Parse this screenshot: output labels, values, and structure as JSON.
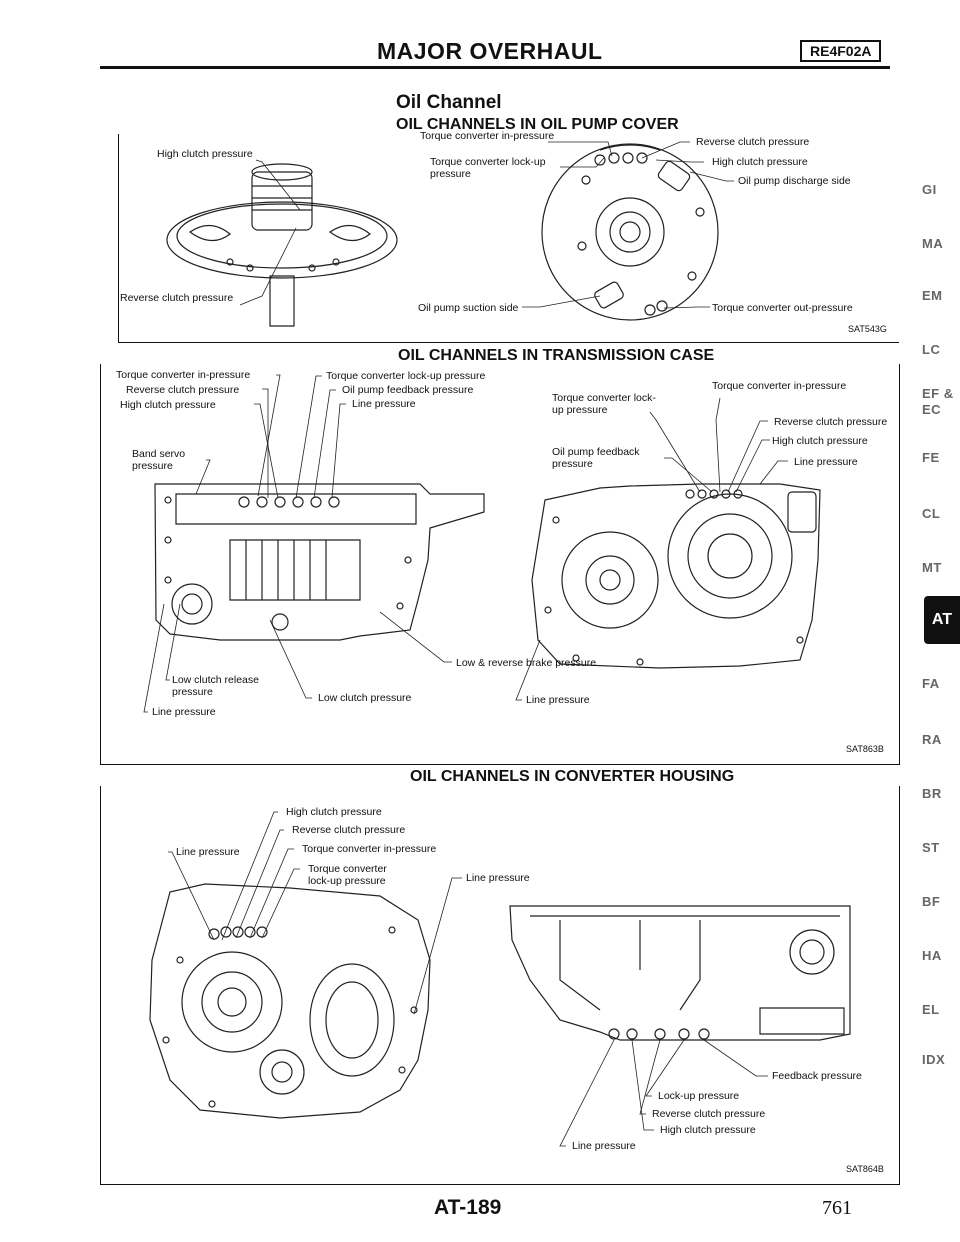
{
  "header": {
    "title": "MAJOR OVERHAUL",
    "model_code": "RE4F02A"
  },
  "section_title": "Oil Channel",
  "oil_pump_cover": {
    "heading": "OIL CHANNELS IN OIL PUMP COVER",
    "code": "SAT543G",
    "labels": {
      "high_clutch": "High clutch pressure",
      "reverse_clutch_left": "Reverse clutch pressure",
      "tc_in": "Torque converter in-pressure",
      "tc_lockup": "Torque converter lock-up pressure",
      "reverse_clutch_right": "Reverse clutch pressure",
      "high_clutch_right": "High clutch pressure",
      "pump_discharge": "Oil pump discharge side",
      "pump_suction": "Oil pump suction side",
      "tc_out": "Torque converter out-pressure"
    }
  },
  "transmission_case": {
    "heading": "OIL CHANNELS IN TRANSMISSION CASE",
    "code": "SAT863B",
    "left": {
      "tc_in": "Torque converter in-pressure",
      "reverse_clutch": "Reverse clutch pressure",
      "high_clutch": "High clutch pressure",
      "band_servo": "Band servo pressure",
      "tc_lockup": "Torque converter lock-up pressure",
      "pump_feedback": "Oil pump feedback pressure",
      "line": "Line pressure",
      "low_reverse_brake": "Low & reverse brake pressure",
      "low_clutch_release": "Low clutch release pressure",
      "low_clutch": "Low clutch pressure",
      "line_bottom": "Line pressure"
    },
    "right": {
      "tc_lockup": "Torque converter lock-up pressure",
      "pump_feedback": "Oil pump feedback pressure",
      "tc_in": "Torque converter in-pressure",
      "reverse_clutch": "Reverse clutch pressure",
      "high_clutch": "High clutch pressure",
      "line": "Line pressure",
      "line_bottom": "Line pressure"
    }
  },
  "converter_housing": {
    "heading": "OIL CHANNELS IN CONVERTER HOUSING",
    "code": "SAT864B",
    "left": {
      "high_clutch": "High clutch pressure",
      "reverse_clutch": "Reverse clutch pressure",
      "line": "Line pressure",
      "tc_in": "Torque converter in-pressure",
      "tc_lockup": "Torque converter lock-up pressure",
      "line_right": "Line pressure"
    },
    "right": {
      "feedback": "Feedback pressure",
      "lockup": "Lock-up pressure",
      "reverse_clutch": "Reverse clutch pressure",
      "high_clutch": "High clutch pressure",
      "line": "Line pressure"
    }
  },
  "side_tabs": [
    "GI",
    "MA",
    "EM",
    "LC",
    "EF &",
    "EC",
    "FE",
    "CL",
    "MT",
    "AT",
    "FA",
    "RA",
    "BR",
    "ST",
    "BF",
    "HA",
    "EL",
    "IDX"
  ],
  "footer": {
    "page_code": "AT-189",
    "page_number": "761"
  }
}
